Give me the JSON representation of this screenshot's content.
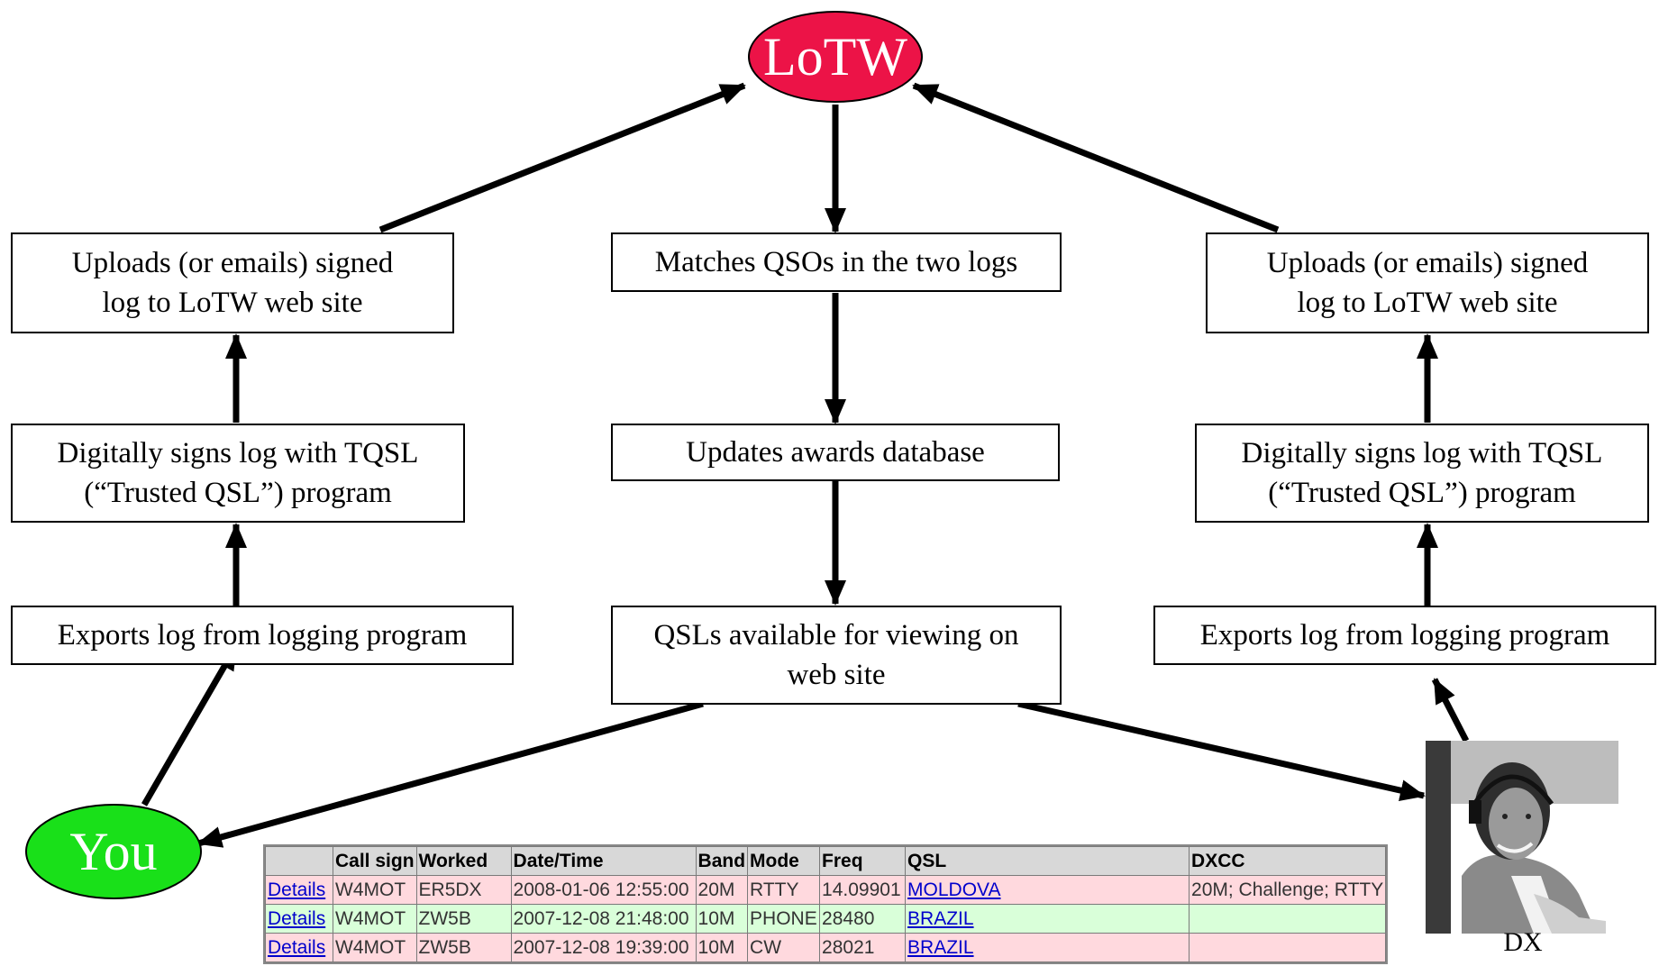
{
  "nodes": {
    "lotw": "LoTW",
    "you": "You",
    "dx": "DX"
  },
  "steps": {
    "left_upload": [
      "Uploads (or emails) signed",
      "log to LoTW web site"
    ],
    "left_sign": [
      "Digitally signs log with TQSL",
      "(“Trusted QSL”) program"
    ],
    "left_export": [
      "Exports log from logging program"
    ],
    "center_match": [
      "Matches QSOs in the two logs"
    ],
    "center_update": [
      "Updates awards database"
    ],
    "center_qsl": [
      "QSLs available for viewing on",
      "web site"
    ],
    "right_upload": [
      "Uploads (or emails) signed",
      "log to LoTW web site"
    ],
    "right_sign": [
      "Digitally signs log with TQSL",
      "(“Trusted QSL”) program"
    ],
    "right_export": [
      "Exports log from logging program"
    ]
  },
  "table": {
    "headers": [
      "",
      "Call sign",
      "Worked",
      "Date/Time",
      "Band",
      "Mode",
      "Freq",
      "QSL",
      "DXCC"
    ],
    "rows": [
      {
        "link": "Details",
        "callsign": "W4MOT",
        "worked": "ER5DX",
        "datetime": "2008-01-06 12:55:00",
        "band": "20M",
        "mode": "RTTY",
        "freq": "14.09901",
        "qsl": "MOLDOVA",
        "dxcc": "20M; Challenge; RTTY",
        "bg": "#ffd9de"
      },
      {
        "link": "Details",
        "callsign": "W4MOT",
        "worked": "ZW5B",
        "datetime": "2007-12-08 21:48:00",
        "band": "10M",
        "mode": "PHONE",
        "freq": "28480",
        "qsl": "BRAZIL",
        "dxcc": "",
        "bg": "#d9ffd9"
      },
      {
        "link": "Details",
        "callsign": "W4MOT",
        "worked": "ZW5B",
        "datetime": "2007-12-08 19:39:00",
        "band": "10M",
        "mode": "CW",
        "freq": "28021",
        "qsl": "BRAZIL",
        "dxcc": "",
        "bg": "#ffd9de"
      }
    ]
  },
  "colors": {
    "lotw_fill": "#ec1347",
    "you_fill": "#19e019",
    "arrow": "#000000",
    "link": "#0000cc"
  }
}
